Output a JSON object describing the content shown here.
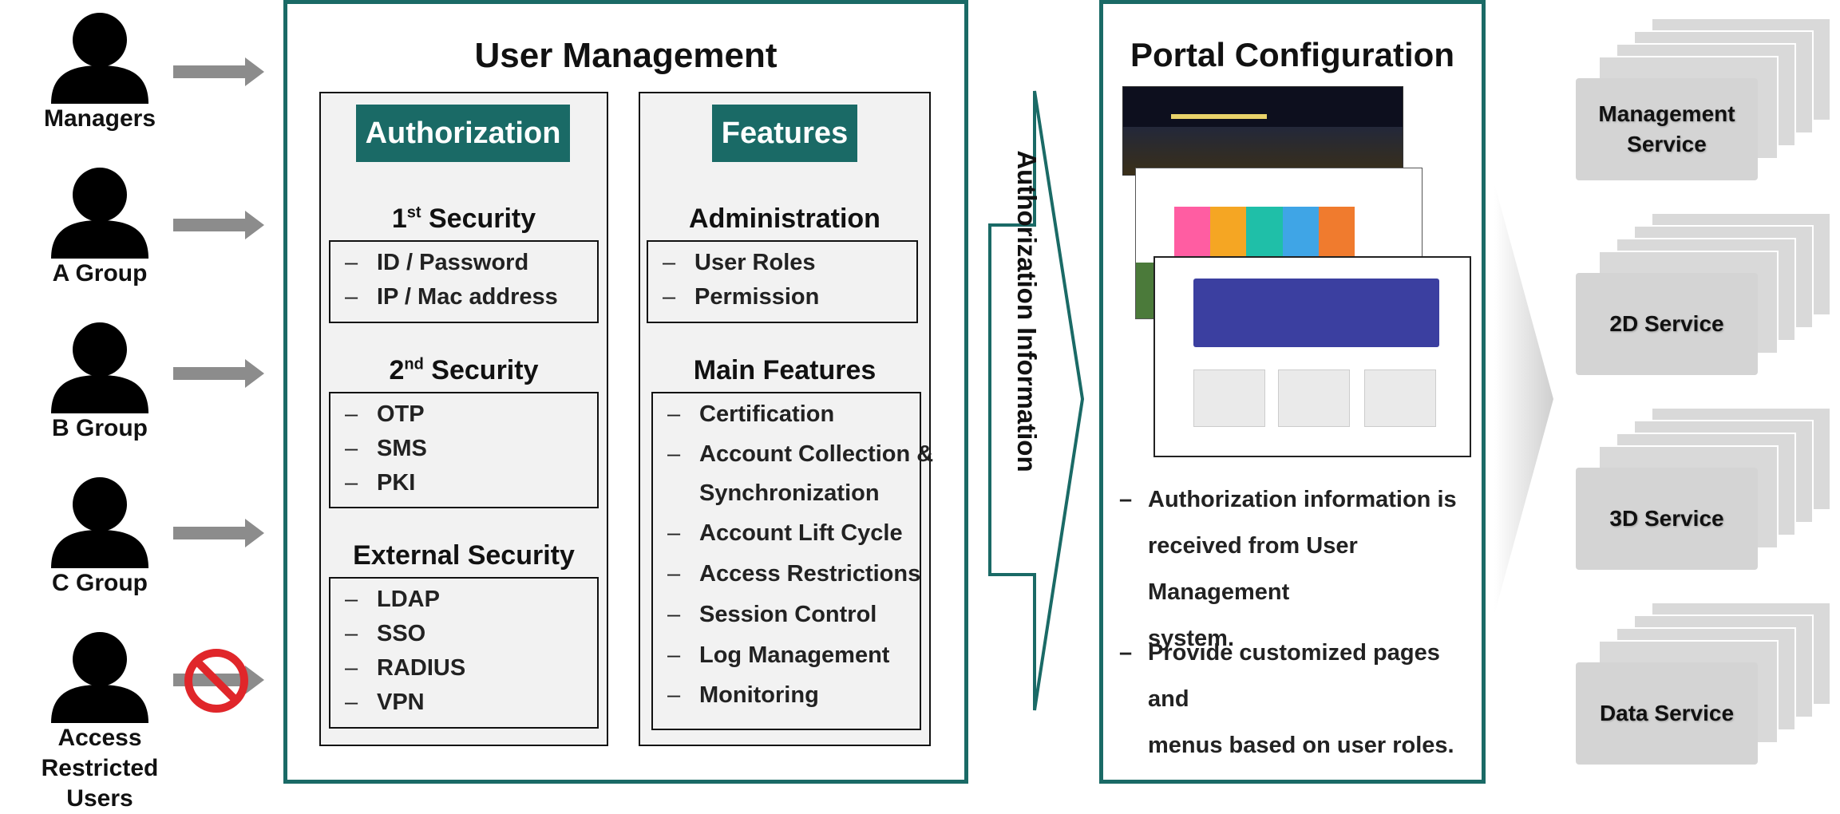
{
  "users": [
    {
      "label": "Managers",
      "arrow": "allowed"
    },
    {
      "label": "A Group",
      "arrow": "allowed"
    },
    {
      "label": "B Group",
      "arrow": "allowed"
    },
    {
      "label": "C Group",
      "arrow": "allowed"
    },
    {
      "label": "Access Restricted\nUsers",
      "arrow": "blocked"
    }
  ],
  "user_management": {
    "title": "User Management",
    "authorization": {
      "badge": "Authorization",
      "security1": {
        "title_main": "1",
        "title_sup": "st",
        "title_rest": " Security",
        "items": [
          "ID / Password",
          "IP / Mac address"
        ]
      },
      "security2": {
        "title_main": "2",
        "title_sup": "nd",
        "title_rest": " Security",
        "items": [
          "OTP",
          "SMS",
          "PKI"
        ]
      },
      "external": {
        "title": "External Security",
        "items": [
          "LDAP",
          "SSO",
          "RADIUS",
          "VPN"
        ]
      }
    },
    "features": {
      "badge": "Features",
      "administration": {
        "title": "Administration",
        "items": [
          "User Roles",
          "Permission"
        ]
      },
      "main": {
        "title": "Main Features",
        "items": [
          "Certification",
          "Account Collection &",
          "Synchronization",
          "Account Lift Cycle",
          "Access Restrictions",
          "Session Control",
          "Log Management",
          "Monitoring"
        ]
      }
    }
  },
  "flow_label": "Authorization Information",
  "portal": {
    "title": "Portal Configuration",
    "bullets": [
      {
        "lines": [
          "Authorization information is",
          "received from User Management",
          "system."
        ]
      },
      {
        "lines": [
          "Provide customized pages and",
          "menus based on user roles."
        ]
      }
    ]
  },
  "services": [
    "Management\nService",
    "2D Service",
    "3D Service",
    "Data Service"
  ],
  "colors": {
    "accent": "#1a6a66",
    "arrow": "#8c8c8c",
    "blocked": "#e0262a",
    "card": "#d9d9d9"
  }
}
